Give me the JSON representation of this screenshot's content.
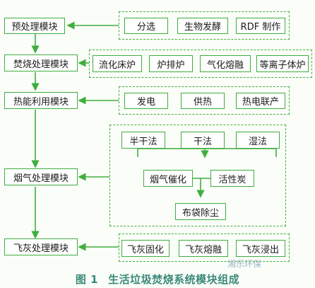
{
  "modules": {
    "pretreatment": "预处理模块",
    "incineration": "焚烧处理模块",
    "heat_use": "热能利用模块",
    "flue_gas": "烟气处理模块",
    "fly_ash": "飞灰处理模块"
  },
  "pretreatment_options": [
    "分选",
    "生物发酵",
    "RDF 制作"
  ],
  "incineration_options": [
    "流化床炉",
    "炉排炉",
    "气化熔融",
    "等离子体炉"
  ],
  "heat_options": [
    "发电",
    "供热",
    "热电联产"
  ],
  "flue_gas_methods": [
    "半干法",
    "干法",
    "湿法"
  ],
  "flue_gas_secondary": [
    "烟气催化",
    "活性炭"
  ],
  "flue_gas_final": "布袋除尘",
  "fly_ash_options": [
    "飞灰固化",
    "飞灰熔融",
    "飞灰浸出"
  ],
  "caption": {
    "figure_no": "图 1",
    "text": "生活垃圾焚烧系统模块组成"
  },
  "watermark": "湘乐环保",
  "colors": {
    "line": "#3fae3f",
    "caption": "#3a8a7a"
  }
}
